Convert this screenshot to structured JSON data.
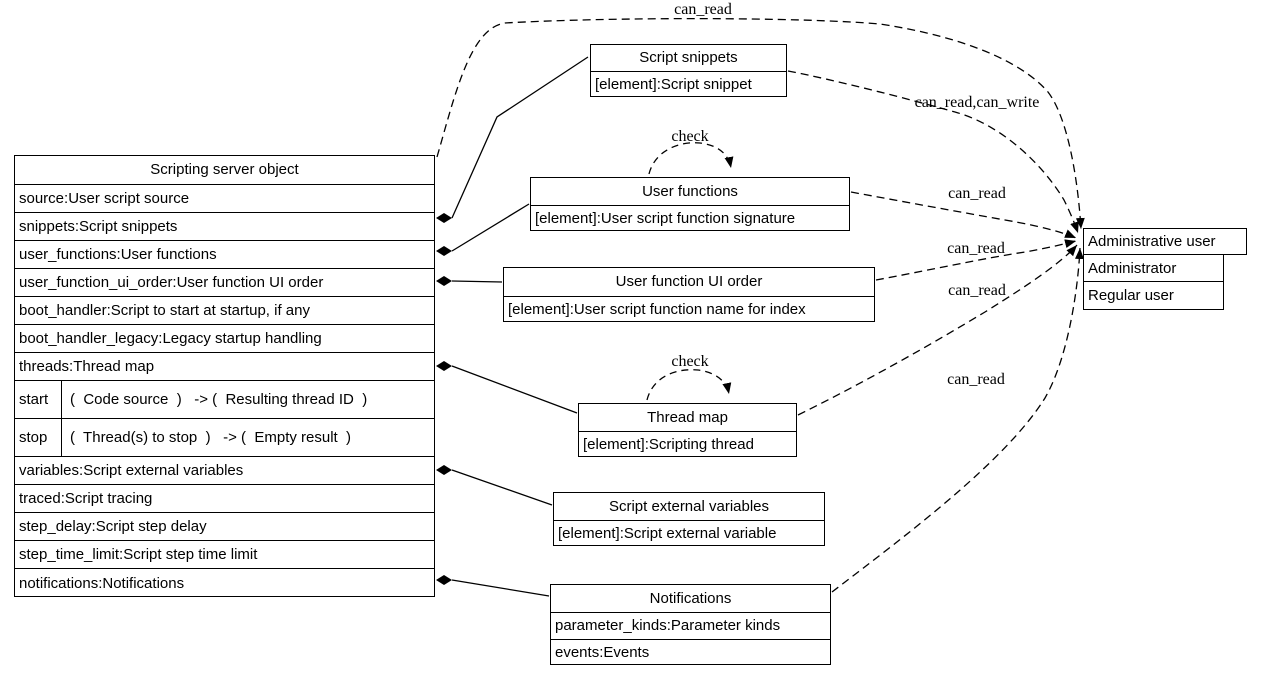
{
  "diagram": {
    "background_color": "#ffffff",
    "line_color": "#000000"
  },
  "nodes": {
    "server": {
      "title": "Scripting server object",
      "rows": [
        "source:User script source",
        "snippets:Script snippets",
        "user_functions:User functions",
        "user_function_ui_order:User function UI order",
        "boot_handler:Script to start at startup, if any",
        "boot_handler_legacy:Legacy startup handling",
        "threads:Thread map"
      ],
      "methods": [
        {
          "name": "start",
          "signature": "(  Code source  )   -> (  Resulting thread ID  )"
        },
        {
          "name": "stop",
          "signature": "(  Thread(s) to stop  )   -> (  Empty result  )"
        }
      ],
      "rows2": [
        "variables:Script external variables",
        "traced:Script tracing",
        "step_delay:Script step delay",
        "step_time_limit:Script step time limit",
        "notifications:Notifications"
      ]
    },
    "script_snippets": {
      "title": "Script snippets",
      "rows": [
        "[element]:Script snippet"
      ]
    },
    "user_functions": {
      "title": "User functions",
      "rows": [
        "[element]:User script function signature"
      ]
    },
    "user_function_ui_order": {
      "title": "User function UI order",
      "rows": [
        "[element]:User script function name for index"
      ]
    },
    "thread_map": {
      "title": "Thread map",
      "rows": [
        "[element]:Scripting thread"
      ]
    },
    "script_external_variables": {
      "title": "Script external variables",
      "rows": [
        "[element]:Script external variable"
      ]
    },
    "notifications": {
      "title": "Notifications",
      "rows": [
        "parameter_kinds:Parameter kinds",
        "events:Events"
      ]
    },
    "administrative_user": {
      "title": "Administrative user",
      "rows": [
        "Administrator",
        "Regular user"
      ]
    }
  },
  "edge_labels": {
    "server_to_admin": "can_read",
    "snippets_to_admin": "can_read,can_write",
    "user_functions_to_admin": "can_read",
    "ui_order_to_admin": "can_read",
    "thread_map_to_admin": "can_read",
    "notifications_to_admin": "can_read",
    "user_functions_self": "check",
    "thread_map_self": "check"
  }
}
